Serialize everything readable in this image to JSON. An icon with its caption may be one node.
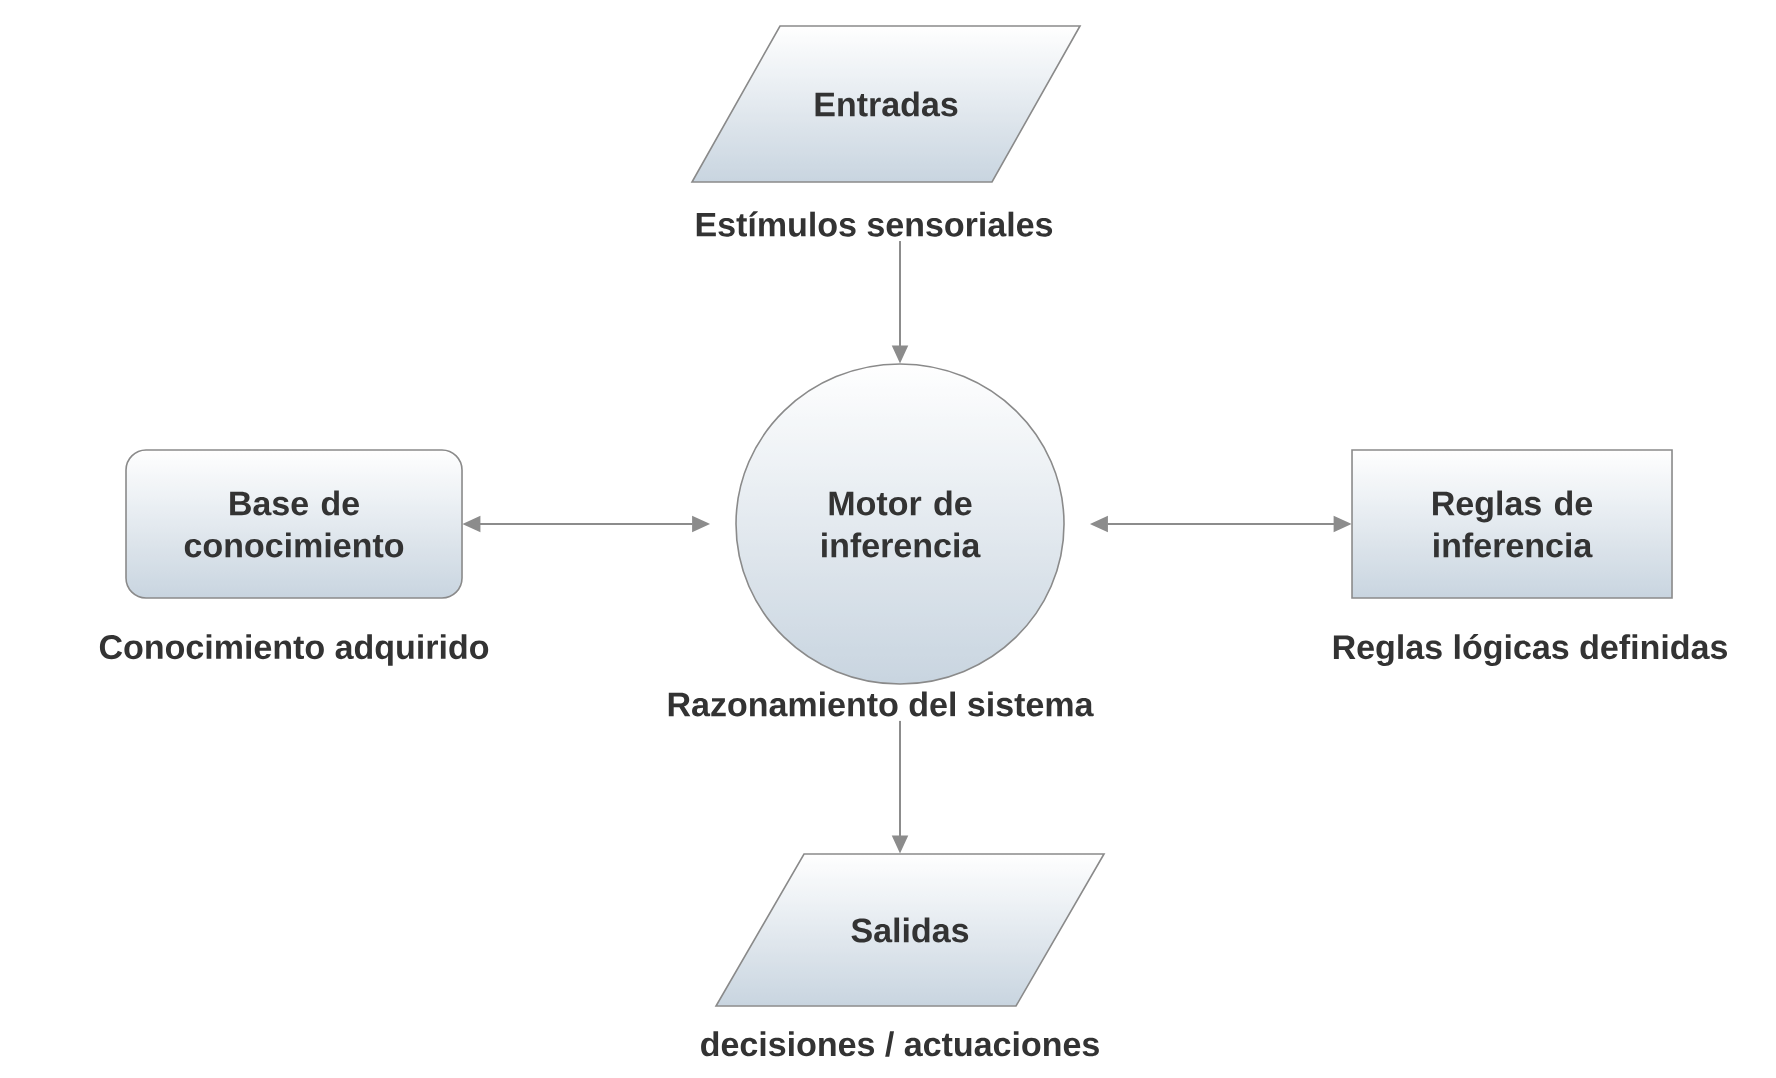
{
  "diagram": {
    "nodes": [
      {
        "text": [
          "Entradas"
        ],
        "beside": [
          "Estímulos sensoriales"
        ]
      },
      {
        "text": [
          "Base de conocimiento"
        ],
        "beside": [
          "Conocimiento adquirido"
        ]
      },
      {
        "text": [
          "Motor de inferencia"
        ],
        "beside": [
          "Razonamiento del sistema"
        ]
      },
      {
        "text": [
          "Reglas de inferencia"
        ],
        "beside": [
          "Reglas lógicas definidas"
        ]
      },
      {
        "text": [
          "Salidas"
        ],
        "beside": [
          "decisiones / actuaciones"
        ]
      }
    ],
    "edges": [
      {
        "from": 0,
        "to": 2,
        "arrow": "to"
      },
      {
        "from": 1,
        "to": 2,
        "arrow": "both"
      },
      {
        "from": 2,
        "to": 3,
        "arrow": "both"
      },
      {
        "from": 2,
        "to": 4,
        "arrow": "to"
      }
    ]
  }
}
